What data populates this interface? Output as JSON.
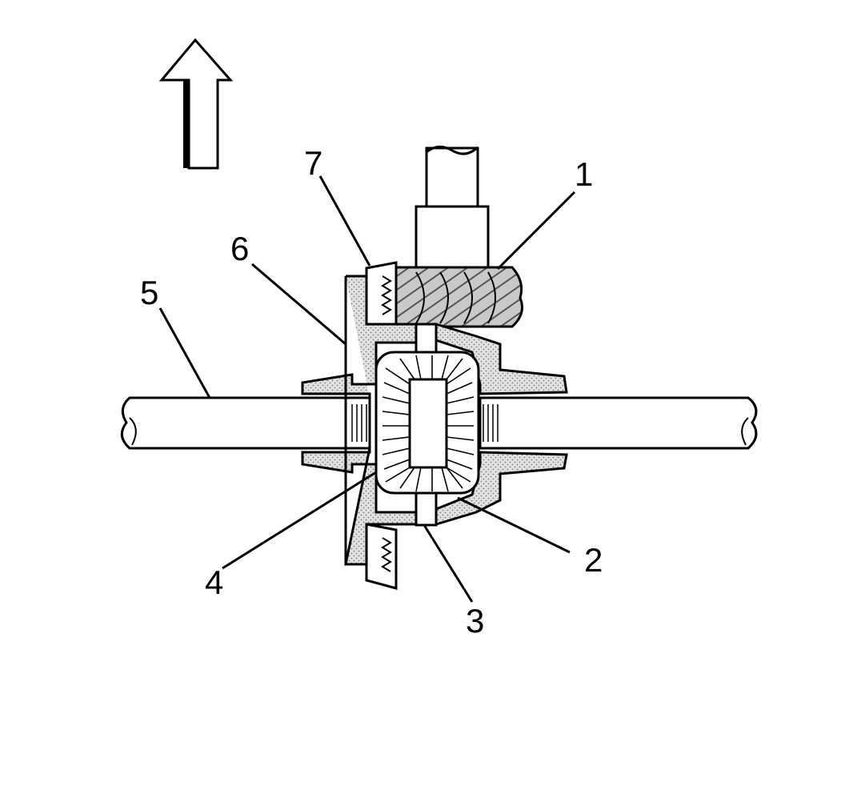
{
  "diagram": {
    "callouts": [
      {
        "id": "1",
        "label": "1"
      },
      {
        "id": "2",
        "label": "2"
      },
      {
        "id": "3",
        "label": "3"
      },
      {
        "id": "4",
        "label": "4"
      },
      {
        "id": "5",
        "label": "5"
      },
      {
        "id": "6",
        "label": "6"
      },
      {
        "id": "7",
        "label": "7"
      }
    ],
    "colors": {
      "ink": "#000000",
      "paper": "#ffffff",
      "stipple": "#d4d4d4",
      "shade": "#b8b8b8"
    }
  }
}
